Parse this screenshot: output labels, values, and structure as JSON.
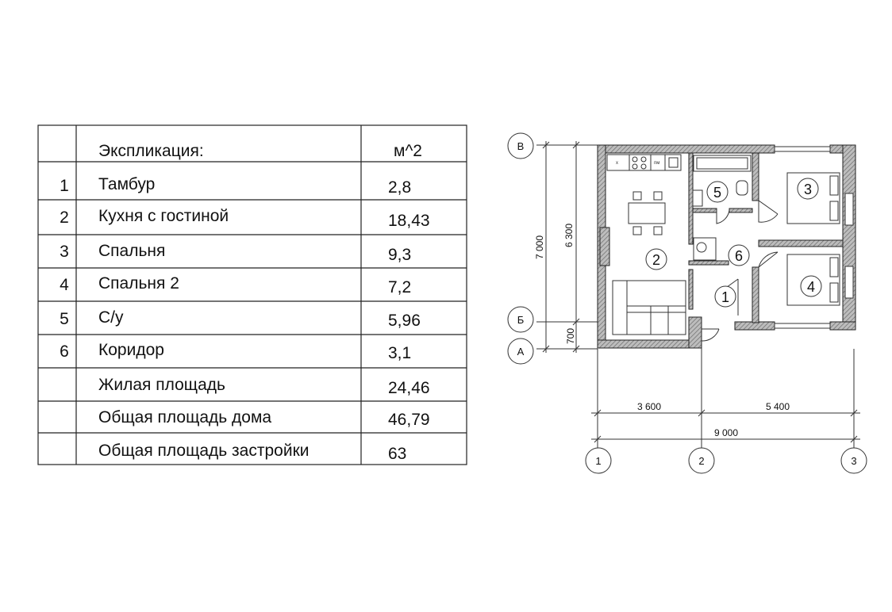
{
  "explication": {
    "header": {
      "name": "Экспликация:",
      "unit": "м^2"
    },
    "rooms": [
      {
        "no": "1",
        "name": "Тамбур",
        "area": "2,8"
      },
      {
        "no": "2",
        "name": "Кухня с гостиной",
        "area": "18,43"
      },
      {
        "no": "3",
        "name": "Спальня",
        "area": "9,3"
      },
      {
        "no": "4",
        "name": "Спальня 2",
        "area": "7,2"
      },
      {
        "no": "5",
        "name": "С/у",
        "area": "5,96"
      },
      {
        "no": "6",
        "name": "Коридор",
        "area": "3,1"
      }
    ],
    "totals": [
      {
        "name": "Жилая площадь",
        "area": "24,46"
      },
      {
        "name": "Общая площадь дома",
        "area": "46,79"
      },
      {
        "name": "Общая площадь застройки",
        "area": "63"
      }
    ]
  },
  "plan": {
    "axes_letters": [
      "В",
      "Б",
      "А"
    ],
    "axes_numbers": [
      "1",
      "2",
      "3"
    ],
    "room_labels": [
      "1",
      "2",
      "3",
      "4",
      "5",
      "6"
    ],
    "dims_vertical": [
      "7 000",
      "6 300",
      "700"
    ],
    "dims_horizontal": [
      "3 600",
      "5 400",
      "9 000"
    ],
    "appliance_labels": [
      "х",
      "пм"
    ]
  }
}
